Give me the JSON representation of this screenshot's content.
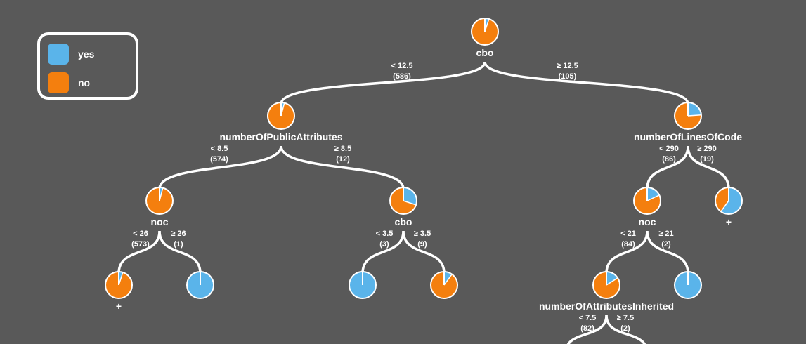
{
  "colors": {
    "background": "#595959",
    "yes": "#5ab4ea",
    "no": "#f47f0e",
    "line": "#ffffff"
  },
  "legend": {
    "items": [
      {
        "label": "yes",
        "color": "#5ab4ea"
      },
      {
        "label": "no",
        "color": "#f47f0e"
      }
    ]
  },
  "tree": {
    "nodes": [
      {
        "id": "n_root",
        "label": "cbo",
        "yes_fraction": 0.05
      },
      {
        "id": "n_a",
        "label": "numberOfPublicAttributes",
        "yes_fraction": 0.04
      },
      {
        "id": "n_b",
        "label": "numberOfLinesOfCode",
        "yes_fraction": 0.24
      },
      {
        "id": "n_aa",
        "label": "noc",
        "yes_fraction": 0.04
      },
      {
        "id": "n_ab",
        "label": "cbo",
        "yes_fraction": 0.3
      },
      {
        "id": "n_ba",
        "label": "noc",
        "yes_fraction": 0.18
      },
      {
        "id": "n_bb",
        "label": "",
        "yes_fraction": 0.6,
        "expandable": true
      },
      {
        "id": "n_aaa",
        "label": "",
        "yes_fraction": 0.05,
        "expandable": true
      },
      {
        "id": "n_aab",
        "label": "",
        "yes_fraction": 1.0
      },
      {
        "id": "n_aba",
        "label": "",
        "yes_fraction": 1.0
      },
      {
        "id": "n_abb",
        "label": "",
        "yes_fraction": 0.1
      },
      {
        "id": "n_baa",
        "label": "numberOfAttributesInherited",
        "yes_fraction": 0.16
      },
      {
        "id": "n_bab",
        "label": "",
        "yes_fraction": 1.0
      }
    ],
    "edges": [
      {
        "from": "n_root",
        "to": "n_a",
        "condition": "< 12.5",
        "count": "(586)"
      },
      {
        "from": "n_root",
        "to": "n_b",
        "condition": "≥ 12.5",
        "count": "(105)"
      },
      {
        "from": "n_a",
        "to": "n_aa",
        "condition": "< 8.5",
        "count": "(574)"
      },
      {
        "from": "n_a",
        "to": "n_ab",
        "condition": "≥ 8.5",
        "count": "(12)"
      },
      {
        "from": "n_b",
        "to": "n_ba",
        "condition": "< 290",
        "count": "(86)"
      },
      {
        "from": "n_b",
        "to": "n_bb",
        "condition": "≥ 290",
        "count": "(19)"
      },
      {
        "from": "n_aa",
        "to": "n_aaa",
        "condition": "< 26",
        "count": "(573)"
      },
      {
        "from": "n_aa",
        "to": "n_aab",
        "condition": "≥ 26",
        "count": "(1)"
      },
      {
        "from": "n_ab",
        "to": "n_aba",
        "condition": "< 3.5",
        "count": "(3)"
      },
      {
        "from": "n_ab",
        "to": "n_abb",
        "condition": "≥ 3.5",
        "count": "(9)"
      },
      {
        "from": "n_ba",
        "to": "n_baa",
        "condition": "< 21",
        "count": "(84)"
      },
      {
        "from": "n_ba",
        "to": "n_bab",
        "condition": "≥ 21",
        "count": "(2)"
      },
      {
        "from": "n_baa",
        "to": "n_baa_l",
        "condition": "< 7.5",
        "count": "(82)"
      },
      {
        "from": "n_baa",
        "to": "n_baa_r",
        "condition": "≥ 7.5",
        "count": "(2)"
      }
    ],
    "expand_marker": "+"
  }
}
